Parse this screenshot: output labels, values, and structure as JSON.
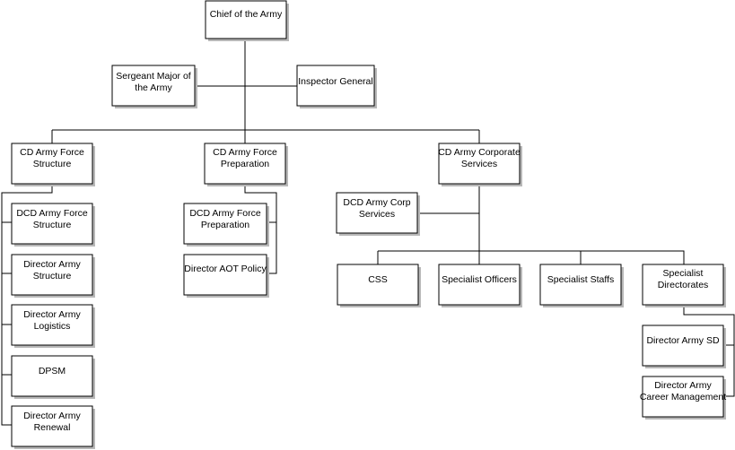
{
  "nodes": {
    "coa": "Chief of the Army",
    "sma": [
      "Sergeant Major of",
      "the Army"
    ],
    "ig": "Inspector General",
    "cdfs": [
      "CD Army Force",
      "Structure"
    ],
    "cdfp": [
      "CD Army Force",
      "Preparation"
    ],
    "cdcs": [
      "CD Army Corporate",
      "Services"
    ],
    "dcdfs": [
      "DCD Army Force",
      "Structure"
    ],
    "das": [
      "Director Army",
      "Structure"
    ],
    "dal": [
      "Director Army",
      "Logistics"
    ],
    "dpsm": "DPSM",
    "dar": [
      "Director Army",
      "Renewal"
    ],
    "dcdfp": [
      "DCD Army Force",
      "Preparation"
    ],
    "daot": "Director AOT Policy",
    "dcdcs": [
      "DCD Army Corp",
      "Services"
    ],
    "css": "CSS",
    "so": "Specialist Officers",
    "ss": "Specialist Staffs",
    "sd": [
      "Specialist",
      "Directorates"
    ],
    "dasd": "Director Army SD",
    "dacm": [
      "Director Army",
      "Career Management"
    ]
  }
}
